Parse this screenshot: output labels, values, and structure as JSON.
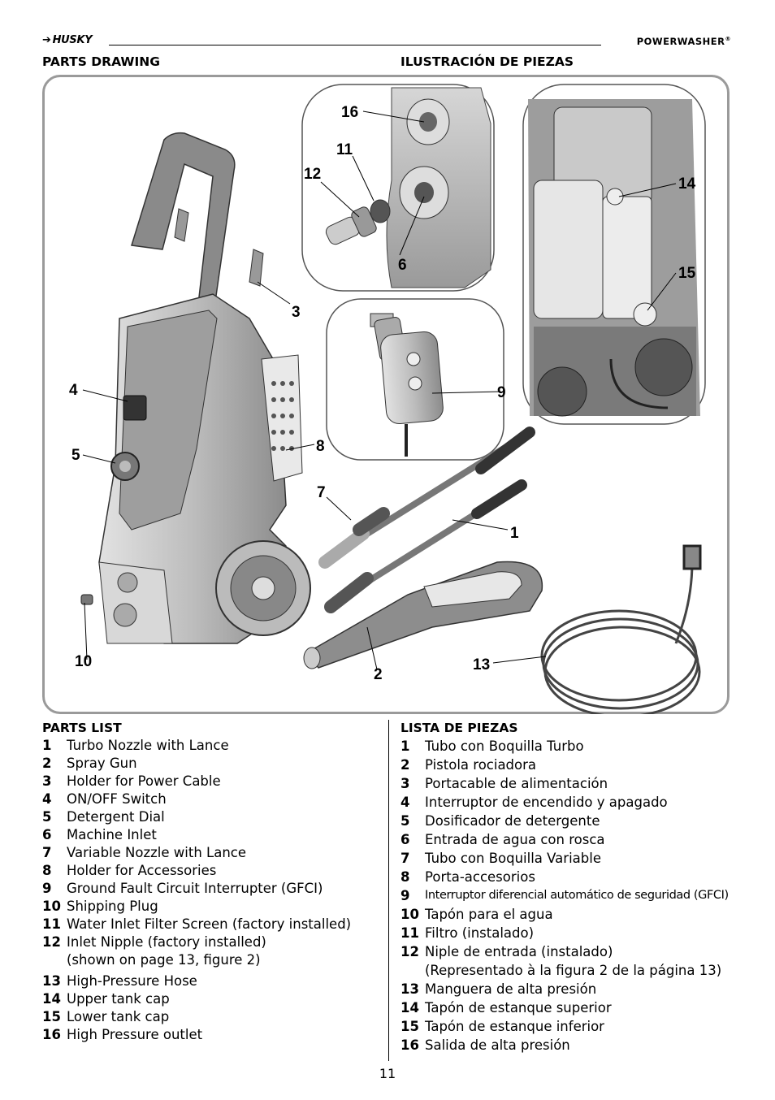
{
  "header": {
    "logo": "HUSKY",
    "product": "POWERWASHER",
    "registered": "®"
  },
  "sections": {
    "drawing_en": "PARTS DRAWING",
    "drawing_es": "ILUSTRACIÓN DE PIEZAS"
  },
  "callouts": [
    "16",
    "11",
    "12",
    "6",
    "14",
    "15",
    "3",
    "4",
    "9",
    "5",
    "8",
    "7",
    "1",
    "10",
    "2",
    "13"
  ],
  "parts_en": {
    "title": "PARTS LIST",
    "items": [
      {
        "n": "1",
        "t": "Turbo Nozzle with Lance"
      },
      {
        "n": "2",
        "t": "Spray Gun"
      },
      {
        "n": "3",
        "t": "Holder for Power Cable"
      },
      {
        "n": "4",
        "t": "ON/OFF Switch"
      },
      {
        "n": "5",
        "t": "Detergent Dial"
      },
      {
        "n": "6",
        "t": "Machine Inlet"
      },
      {
        "n": "7",
        "t": "Variable Nozzle with Lance"
      },
      {
        "n": "8",
        "t": "Holder for Accessories"
      },
      {
        "n": "9",
        "t": "Ground Fault Circuit Interrupter (GFCI)"
      },
      {
        "n": "10",
        "t": "Shipping Plug"
      },
      {
        "n": "11",
        "t": "Water Inlet Filter Screen (factory installed)"
      },
      {
        "n": "12",
        "t": "Inlet Nipple (factory installed)"
      },
      {
        "n": "",
        "t": "(shown on page 13, figure 2)"
      },
      {
        "n": "13",
        "t": "High-Pressure Hose"
      },
      {
        "n": "14",
        "t": "Upper tank cap"
      },
      {
        "n": "15",
        "t": "Lower tank cap"
      },
      {
        "n": "16",
        "t": "High Pressure outlet"
      }
    ]
  },
  "parts_es": {
    "title": "LISTA DE PIEZAS",
    "items": [
      {
        "n": "1",
        "t": "Tubo con Boquilla Turbo"
      },
      {
        "n": "2",
        "t": "Pistola rociadora"
      },
      {
        "n": "3",
        "t": "Portacable de alimentación"
      },
      {
        "n": "4",
        "t": "Interruptor de encendido y apagado"
      },
      {
        "n": "5",
        "t": "Dosificador de detergente"
      },
      {
        "n": "6",
        "t": "Entrada de agua con rosca"
      },
      {
        "n": "7",
        "t": "Tubo con Boquilla Variable"
      },
      {
        "n": "8",
        "t": "Porta-accesorios"
      },
      {
        "n": "9",
        "t": "Interruptor diferencial automático de seguridad (GFCI)"
      },
      {
        "n": "10",
        "t": "Tapón para el agua"
      },
      {
        "n": "11",
        "t": "Filtro (instalado)"
      },
      {
        "n": "12",
        "t": "Niple de entrada (instalado)"
      },
      {
        "n": "",
        "t": "(Representado à la figura 2 de la página 13)"
      },
      {
        "n": "13",
        "t": "Manguera de alta presión"
      },
      {
        "n": "14",
        "t": "Tapón de estanque superior"
      },
      {
        "n": "15",
        "t": "Tapón de estanque inferior"
      },
      {
        "n": "16",
        "t": "Salida de alta presión"
      }
    ]
  },
  "page_number": "11"
}
